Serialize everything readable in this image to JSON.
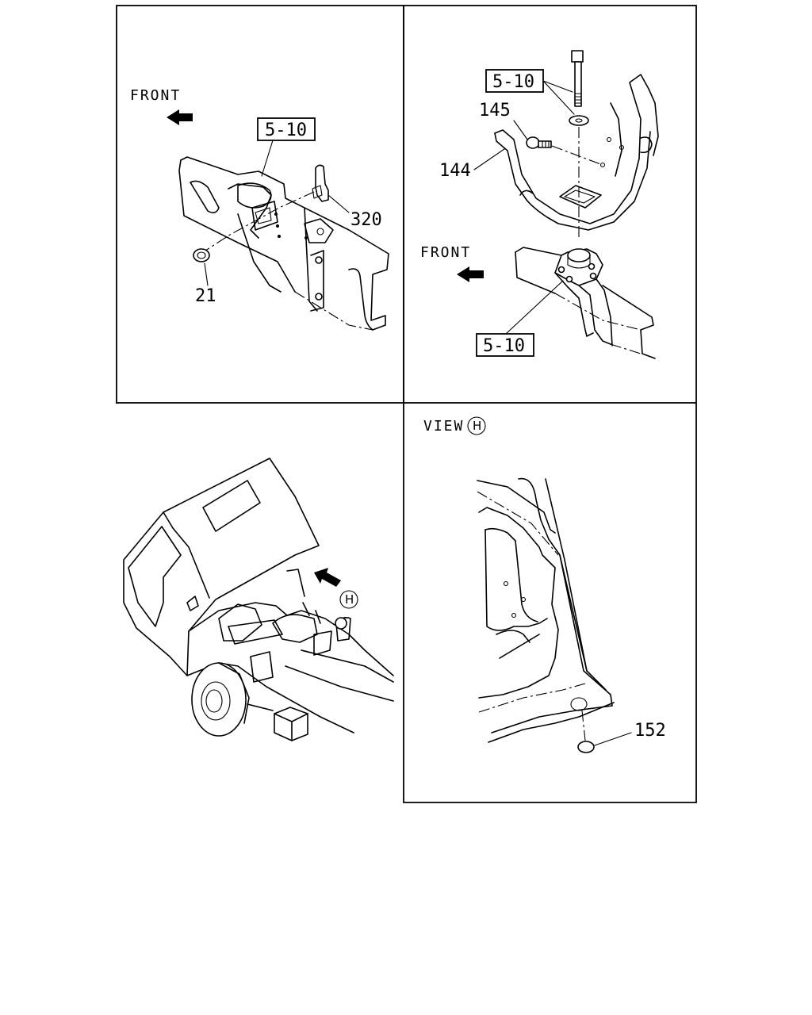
{
  "panels": {
    "top_left": {
      "front_label": "FRONT",
      "callout_ref": "5-10",
      "parts": [
        "320",
        "21"
      ]
    },
    "top_right": {
      "front_label": "FRONT",
      "callout_ref_top": "5-10",
      "callout_ref_bottom": "5-10",
      "parts": [
        "145",
        "144"
      ]
    },
    "bottom_left": {
      "view_marker": "H"
    },
    "bottom_right": {
      "view_label": "VIEW",
      "view_marker": "H",
      "parts": [
        "152"
      ]
    }
  }
}
